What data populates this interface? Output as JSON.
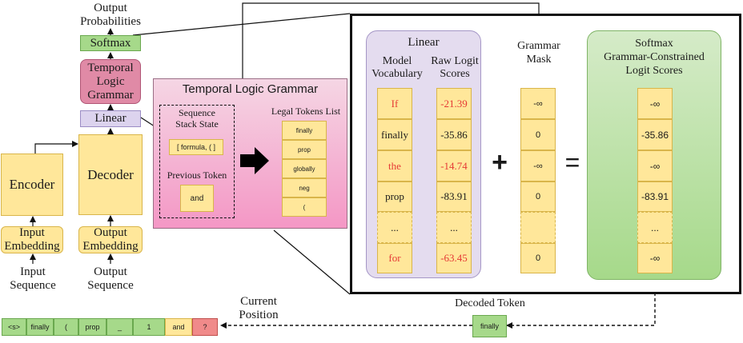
{
  "left": {
    "output_probabilities": "Output\nProbabilities",
    "softmax": "Softmax",
    "tlg_block": "Temporal\nLogic\nGrammar",
    "linear": "Linear",
    "encoder": "Encoder",
    "decoder": "Decoder",
    "input_embedding": "Input\nEmbedding",
    "output_embedding": "Output\nEmbedding",
    "input_sequence": "Input\nSequence",
    "output_sequence": "Output\nSequence"
  },
  "grammar": {
    "title": "Temporal Logic Grammar",
    "stack_label": "Sequence\nStack State",
    "stack_value": "[ formula, ( ]",
    "prev_label": "Previous Token",
    "prev_value": "and",
    "legal_label": "Legal Tokens List",
    "legal_tokens": [
      "finally",
      "prop",
      "globally",
      "neg",
      "("
    ]
  },
  "detail": {
    "linear_title": "Linear",
    "vocab_header": "Model\nVocabulary",
    "raw_header": "Raw Logit\nScores",
    "vocab": [
      "If",
      "finally",
      "the",
      "prop",
      "...",
      "for"
    ],
    "vocab_colors": [
      "#e53935",
      "#1a1a1a",
      "#e53935",
      "#1a1a1a",
      "#1a1a1a",
      "#e53935"
    ],
    "raw": [
      "-21.39",
      "-35.86",
      "-14.74",
      "-83.91",
      "...",
      "-63.45"
    ],
    "raw_colors": [
      "#e53935",
      "#1a1a1a",
      "#e53935",
      "#1a1a1a",
      "#1a1a1a",
      "#e53935"
    ],
    "plus": "+",
    "mask_title": "Grammar\nMask",
    "mask": [
      "-∞",
      "0",
      "-∞",
      "0",
      "",
      "0"
    ],
    "equals": "=",
    "softmax_title": "Softmax\nGrammar-Constrained\nLogit Scores",
    "constrained": [
      "-∞",
      "-35.86",
      "-∞",
      "-83.91",
      "...",
      "-∞"
    ]
  },
  "bottom": {
    "tokens": [
      "<s>",
      "finally",
      "(",
      "prop",
      "_",
      "1",
      "and",
      "?"
    ],
    "token_colors": [
      "#a6d98a",
      "#a6d98a",
      "#a6d98a",
      "#a6d98a",
      "#a6d98a",
      "#a6d98a",
      "#ffe79a",
      "#f08a8a"
    ],
    "current_position": "Current\nPosition",
    "decoded_label": "Decoded Token",
    "decoded_value": "finally"
  }
}
